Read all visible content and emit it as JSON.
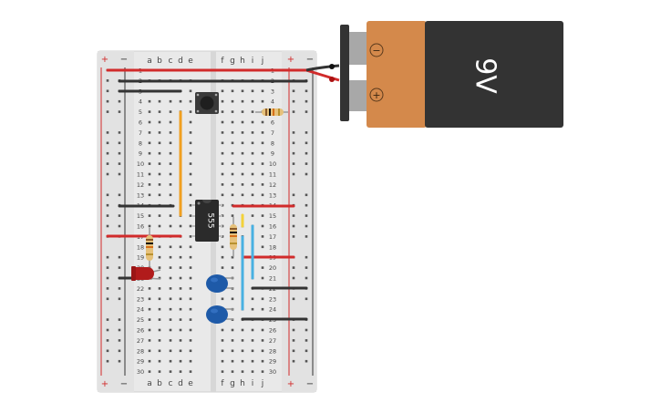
{
  "breadboard": {
    "column_letters_left": [
      "a",
      "b",
      "c",
      "d",
      "e"
    ],
    "column_letters_right": [
      "f",
      "g",
      "h",
      "i",
      "j"
    ],
    "row_numbers": [
      "1",
      "2",
      "3",
      "4",
      "5",
      "6",
      "7",
      "8",
      "9",
      "10",
      "11",
      "12",
      "13",
      "14",
      "15",
      "16",
      "17",
      "18",
      "19",
      "20",
      "21",
      "22",
      "23",
      "24",
      "25",
      "26",
      "27",
      "28",
      "29",
      "30"
    ],
    "rail_plus": "+",
    "rail_minus": "−"
  },
  "battery": {
    "voltage_label": "9V",
    "minus_terminal": "−",
    "plus_terminal": "+"
  },
  "ic": {
    "label": "555"
  },
  "components": [
    "pushbutton-icon",
    "resistor-icon",
    "resistor-icon",
    "resistor-icon",
    "led-icon",
    "capacitor-icon",
    "capacitor-icon",
    "ic-555-icon",
    "battery-9v-icon"
  ],
  "colors": {
    "wire_red": "#d12b2b",
    "wire_black": "#333333",
    "wire_orange": "#f0a020",
    "wire_blue": "#49b1e2",
    "wire_yellow": "#f3d23a",
    "battery_body": "#d4894b",
    "battery_cap": "#333333",
    "led_red": "#b11b1b",
    "capacitor_blue": "#1e5aa8"
  }
}
